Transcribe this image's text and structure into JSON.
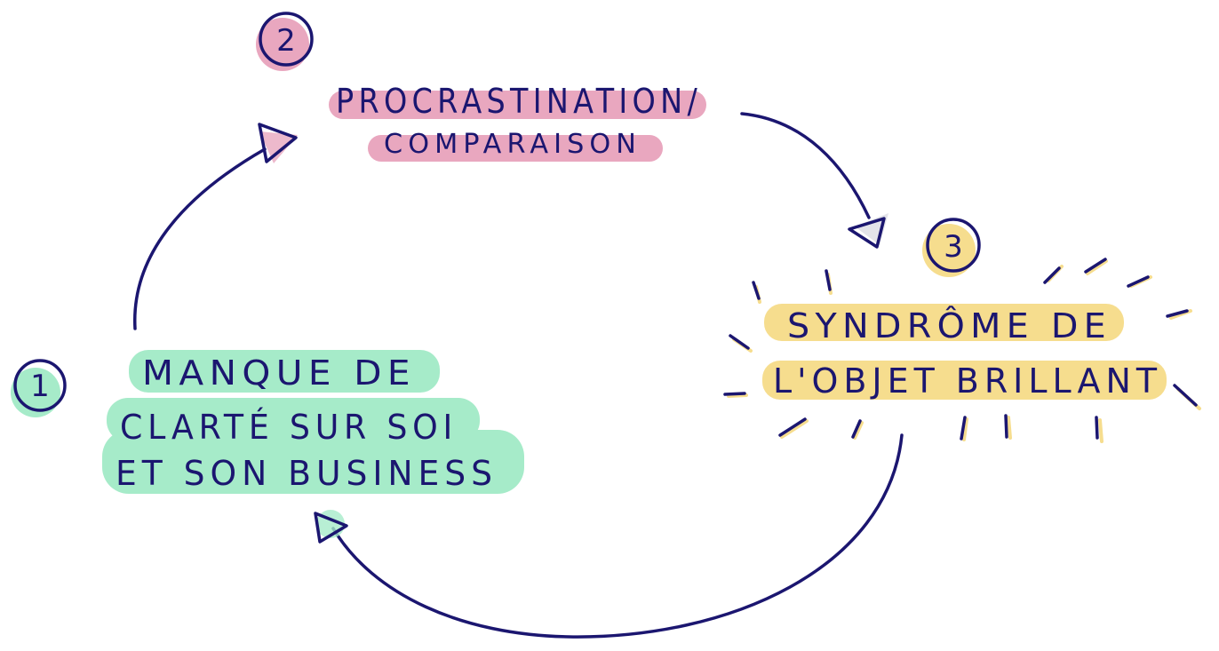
{
  "colors": {
    "ink": "#1b1670",
    "pink": "#e9a7bf",
    "green": "#a6ebc9",
    "yellow": "#f6dd8e"
  },
  "steps": [
    {
      "number": "1",
      "lines": [
        "MANQUE DE",
        "CLARTÉ SUR SOI",
        "ET SON BUSINESS"
      ]
    },
    {
      "number": "2",
      "lines": [
        "PROCRASTINATION/",
        "COMPARAISON"
      ]
    },
    {
      "number": "3",
      "lines": [
        "SYNDRÔME DE",
        "L'OBJET BRILLANT"
      ]
    }
  ]
}
